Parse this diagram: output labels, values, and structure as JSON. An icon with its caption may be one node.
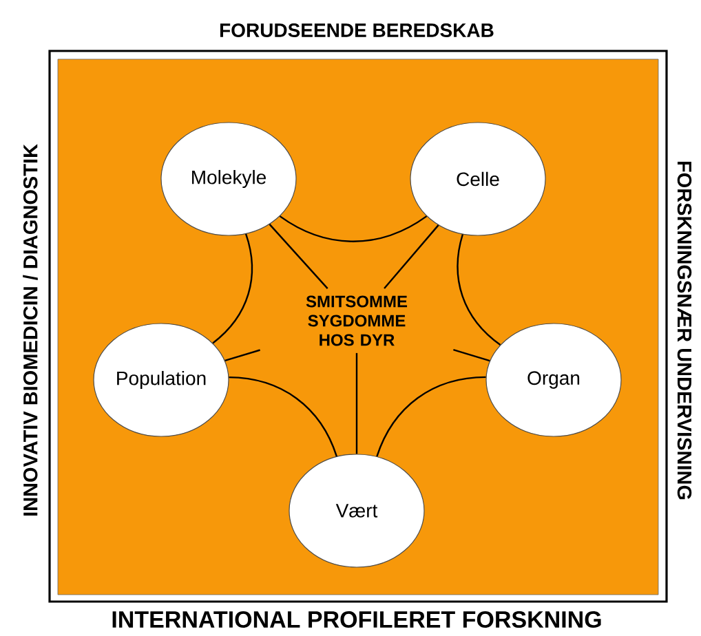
{
  "diagram": {
    "nodes": [
      {
        "text": [
          "SMITSOMME SYGDOMME HOS DYR"
        ]
      },
      {
        "text": [
          "Molekyle"
        ]
      },
      {
        "text": [
          "Celle"
        ]
      },
      {
        "text": [
          "Population"
        ]
      },
      {
        "text": [
          "Organ"
        ]
      },
      {
        "text": [
          "Vært"
        ]
      }
    ],
    "edges": [
      {
        "from": 0,
        "to": 1,
        "arrow": "none"
      },
      {
        "from": 0,
        "to": 2,
        "arrow": "none"
      },
      {
        "from": 0,
        "to": 3,
        "arrow": "none"
      },
      {
        "from": 0,
        "to": 4,
        "arrow": "none"
      },
      {
        "from": 0,
        "to": 5,
        "arrow": "none"
      },
      {
        "from": 1,
        "to": 2,
        "arrow": "none"
      },
      {
        "from": 2,
        "to": 4,
        "arrow": "none"
      },
      {
        "from": 4,
        "to": 5,
        "arrow": "none"
      },
      {
        "from": 5,
        "to": 3,
        "arrow": "none"
      },
      {
        "from": 3,
        "to": 1,
        "arrow": "none"
      }
    ],
    "labels": [
      "FORUDSEENDE BEREDSKAB",
      "INNOVATIV BIOMEDICIN / DIAGNOSTIK",
      "FORSKNINGSNÆR UNDERVISNING",
      "INTERNATIONAL PROFILERET FORSKNING"
    ]
  }
}
